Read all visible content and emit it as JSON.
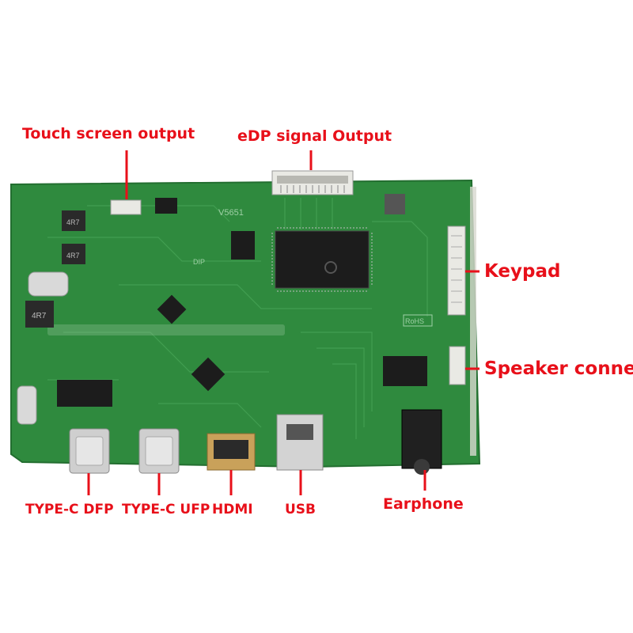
{
  "labels": {
    "touch_screen_output": "Touch screen output",
    "edp_signal_output": "eDP signal Output",
    "keypad": "Keypad",
    "speaker_connector": "Speaker connec",
    "type_c_dfp": "TYPE-C DFP",
    "type_c_ufp": "TYPE-C UFP",
    "hdmi": "HDMI",
    "usb": "USB",
    "earphone": "Earphone"
  },
  "board_markings": {
    "model": "V5651",
    "dip": "DIP",
    "rohs": "RoHS",
    "inductor_1": "4R7",
    "inductor_2": "4R7",
    "inductor_3": "4R7"
  },
  "colors": {
    "label_red": "#e8101a",
    "pcb_green": "#2f8a3e",
    "pcb_dark": "#1f6b2d",
    "chip_black": "#1c1c1c",
    "connector_white": "#e9e9e4",
    "metal": "#c9c9c9"
  }
}
